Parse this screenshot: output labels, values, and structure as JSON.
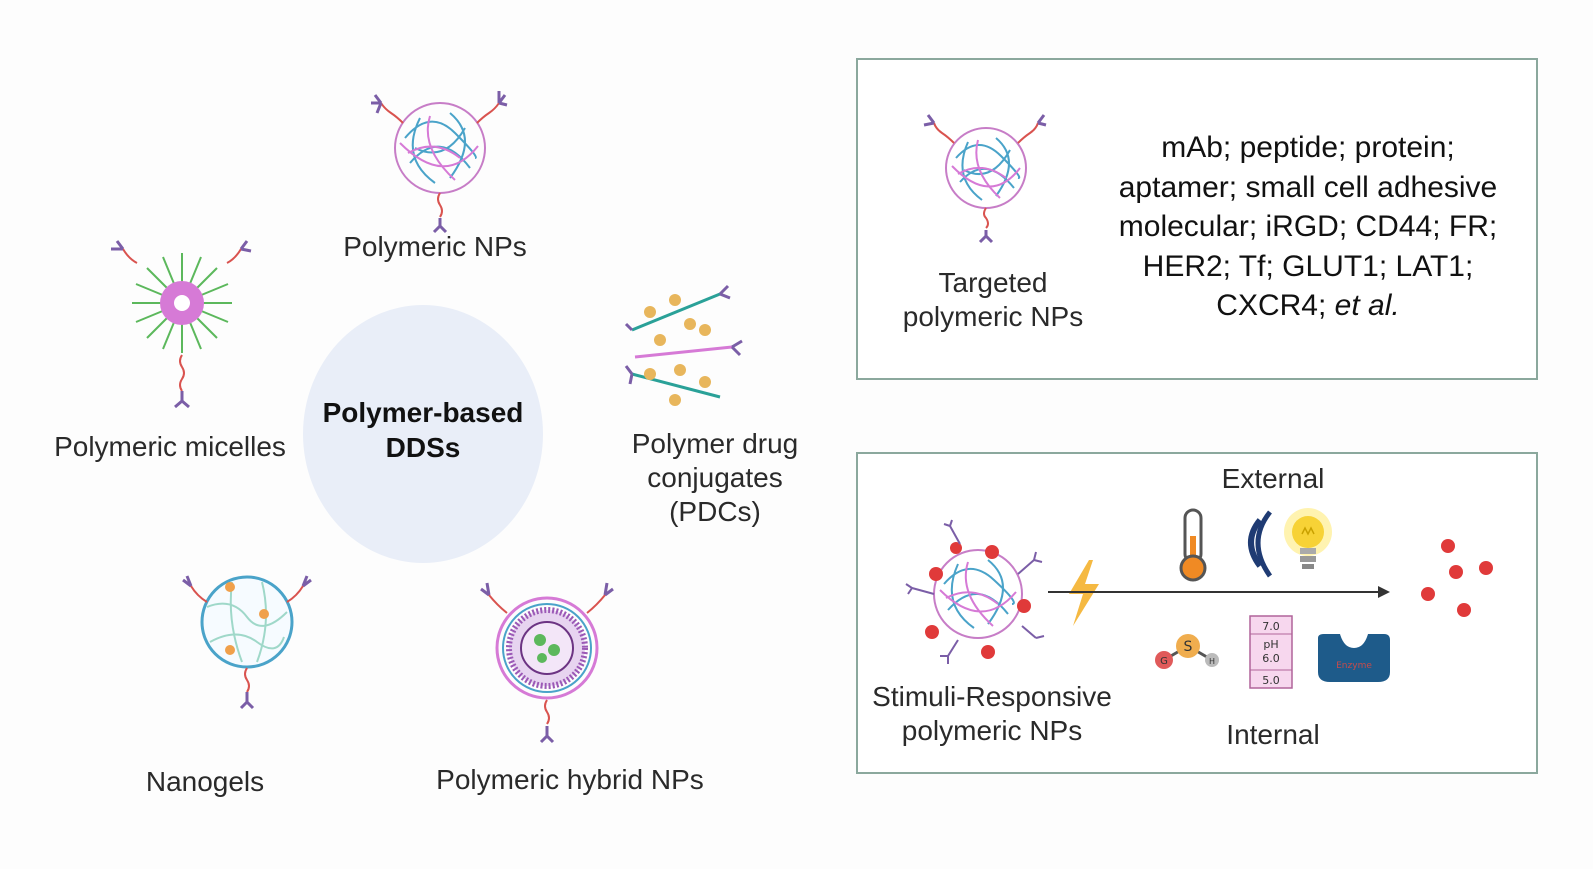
{
  "center": {
    "line1": "Polymer-based",
    "line2": "DDSs"
  },
  "types": {
    "polymeric_nps": "Polymeric NPs",
    "polymeric_micelles": "Polymeric micelles",
    "pdc_line1": "Polymer drug",
    "pdc_line2": "conjugates",
    "pdc_line3": "(PDCs)",
    "nanogels": "Nanogels",
    "hybrid_nps": "Polymeric hybrid NPs"
  },
  "targeted_panel": {
    "label_line1": "Targeted",
    "label_line2": "polymeric NPs",
    "ligands_line1": "mAb; peptide; protein;",
    "ligands_line2": "aptamer; small cell adhesive",
    "ligands_line3": "molecular; iRGD; CD44; FR;",
    "ligands_line4": "HER2; Tf; GLUT1; LAT1;",
    "ligands_line5_prefix": "CXCR4; ",
    "ligands_line5_italic": "et al."
  },
  "stimuli_panel": {
    "label_line1": "Stimuli-Responsive",
    "label_line2": "polymeric NPs",
    "external": "External",
    "internal": "Internal",
    "ph_title": "pH",
    "ph_values": [
      "7.0",
      "6.0",
      "5.0"
    ],
    "gsh_letters": [
      "G",
      "S",
      "H"
    ]
  },
  "colors": {
    "panel_border": "#8ba89d",
    "center_fill": "#e9eef8",
    "antibody": "#7b5ea7",
    "linker": "#d9534f",
    "micelle_shell": "#5cb85c",
    "drug_dot": "#f0ad4e",
    "release_dot": "#e03a3a"
  }
}
